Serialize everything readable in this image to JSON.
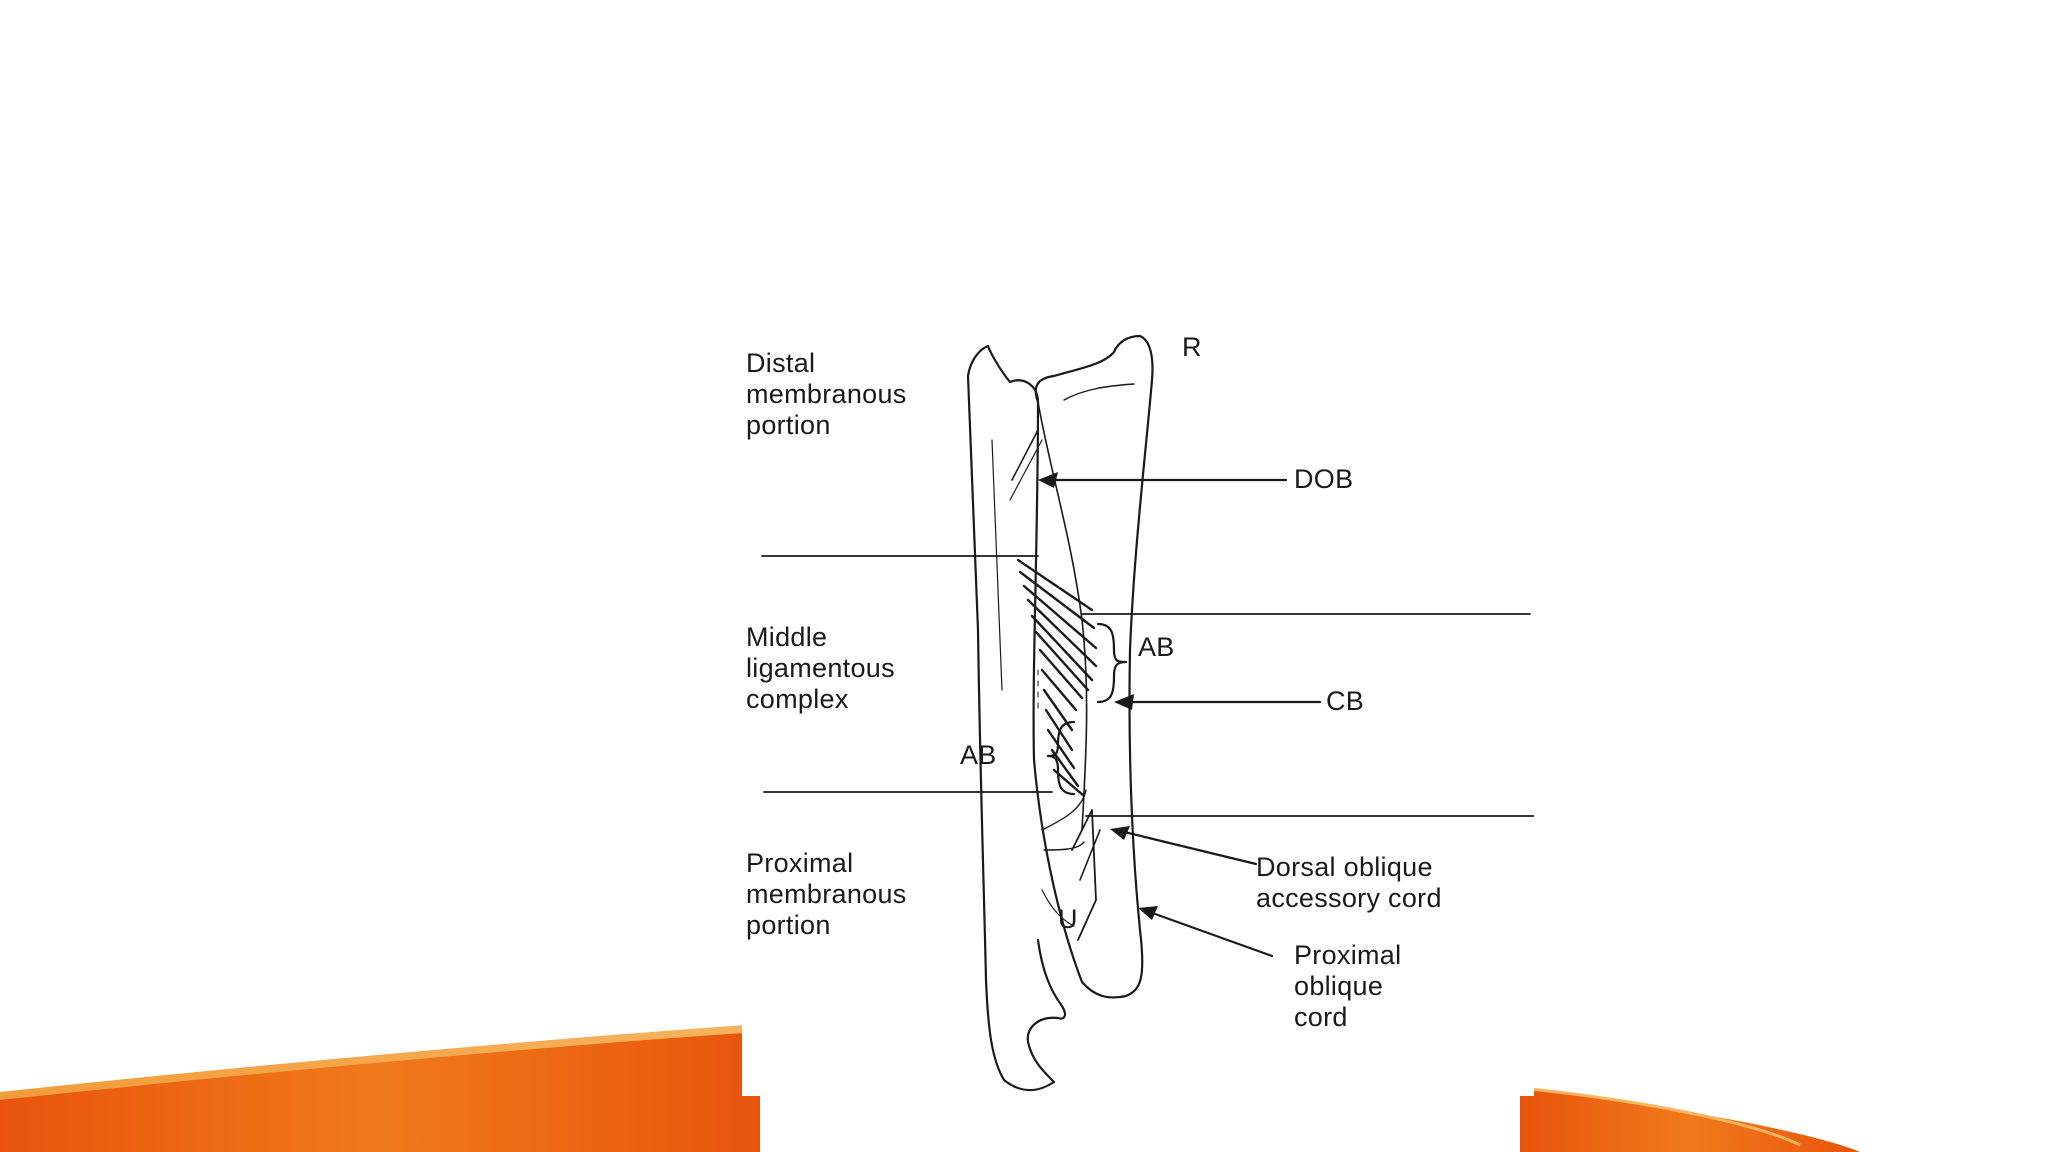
{
  "colors": {
    "swoosh_dark": "#e8540c",
    "swoosh_mid": "#f07a1a",
    "swoosh_light": "#f7a64a",
    "figure_bg": "#ffffff",
    "ink": "#1a1a1a"
  },
  "diagram": {
    "regions": {
      "distal": [
        "Distal",
        "membranous",
        "portion"
      ],
      "middle": [
        "Middle",
        "ligamentous",
        "complex"
      ],
      "proximal": [
        "Proximal",
        "membranous",
        "portion"
      ]
    },
    "bones": {
      "radius": "R",
      "ulna": "U"
    },
    "structures": {
      "dob": "DOB",
      "ab_right": "AB",
      "ab_left": "AB",
      "cb": "CB",
      "dorsal_oblique": [
        "Dorsal oblique",
        "accessory cord"
      ],
      "proximal_oblique": [
        "Proximal",
        "oblique",
        "cord"
      ]
    }
  }
}
